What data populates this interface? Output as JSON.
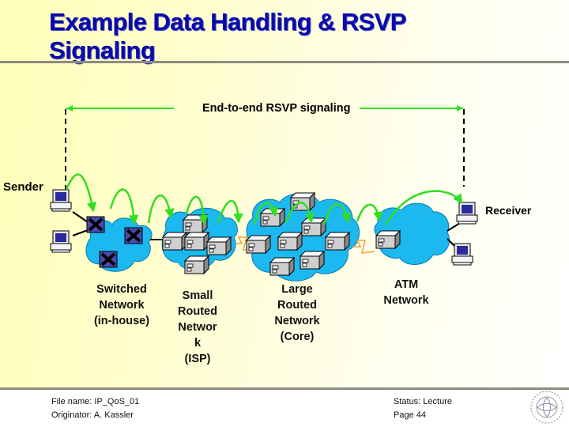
{
  "slide": {
    "title": "Example Data Handling & RSVP Signaling",
    "title_line1": "Example Data Handling & RSVP",
    "title_line2": "Signaling"
  },
  "diagram": {
    "e2e_label": "End-to-end RSVP signaling",
    "sender_label": "Sender",
    "receiver_label": "Receiver",
    "networks": [
      {
        "name": "Switched Network (in-house)",
        "lines": [
          "Switched",
          "Network",
          "(in-house)"
        ]
      },
      {
        "name": "Small Routed Network (ISP)",
        "lines": [
          "Small",
          "Routed",
          "Networ",
          "k",
          "(ISP)"
        ]
      },
      {
        "name": "Large Routed Network (Core)",
        "lines": [
          "Large",
          "Routed",
          "Network",
          "(Core)"
        ]
      },
      {
        "name": "ATM Network",
        "lines": [
          "ATM",
          "Network"
        ]
      }
    ],
    "colors": {
      "title": "#0a0aa8",
      "signal_arrow": "#33dd22",
      "cloud": "#1cb8f0",
      "switch": "#3a3a9a",
      "router": "#d8d8d8",
      "serial_link": "#f0a040"
    }
  },
  "footer": {
    "file_name": "File name: IP_QoS_01",
    "originator": "Originator: A. Kassler",
    "status": "Status: Lecture",
    "page": "Page 44"
  }
}
